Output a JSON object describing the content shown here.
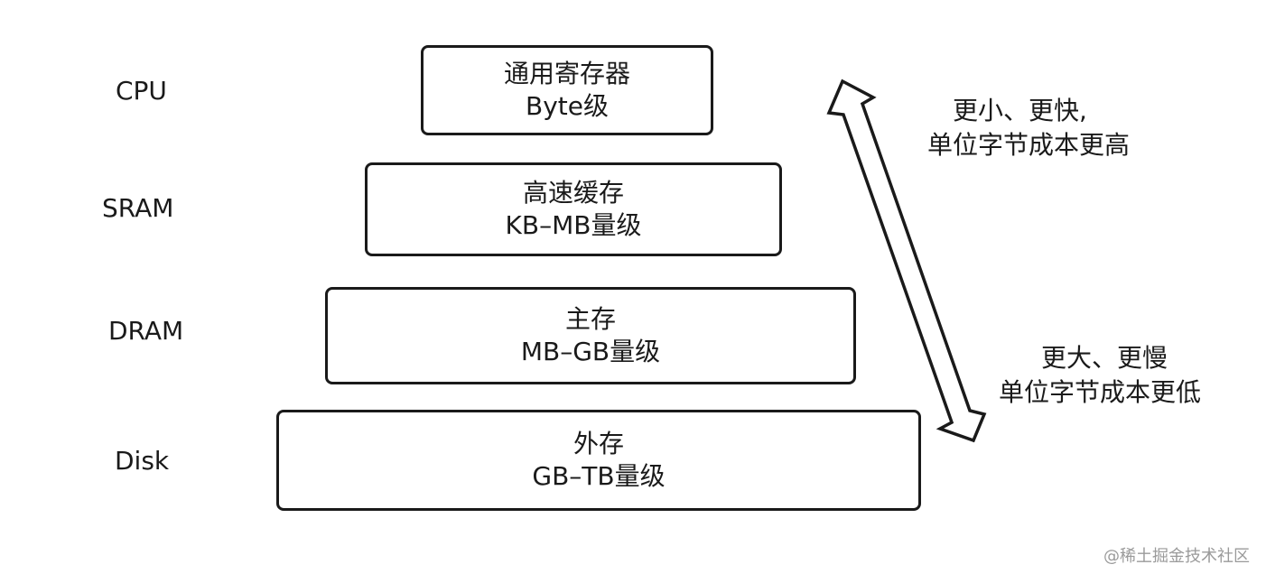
{
  "levels": [
    {
      "name": "CPU",
      "title": "通用寄存器",
      "size": "Byte级"
    },
    {
      "name": "SRAM",
      "title": "高速缓存",
      "size": "KB–MB量级"
    },
    {
      "name": "DRAM",
      "title": "主存",
      "size": "MB–GB量级"
    },
    {
      "name": "Disk",
      "title": "外存",
      "size": "GB–TB量级"
    }
  ],
  "notes": {
    "top": {
      "line1": "更小、更快,",
      "line2": "单位字节成本更高"
    },
    "bottom": {
      "line1": "更大、更慢",
      "line2": "单位字节成本更低"
    }
  },
  "watermark": "@稀土掘金技术社区",
  "colors": {
    "stroke": "#1a1a1a",
    "background": "#ffffff",
    "watermark": "#9a9a9a"
  }
}
